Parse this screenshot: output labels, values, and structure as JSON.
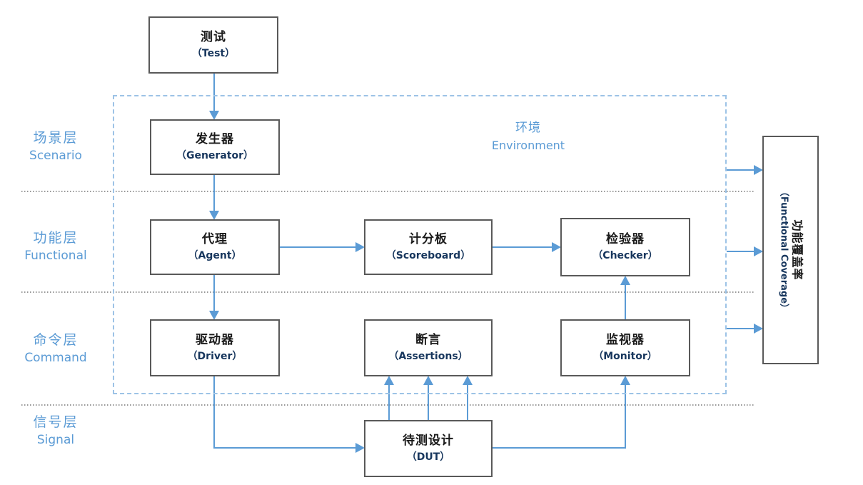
{
  "nodes": {
    "test": {
      "zh": "测试",
      "en": "（Test）"
    },
    "generator": {
      "zh": "发生器",
      "en": "（Generator）"
    },
    "agent": {
      "zh": "代理",
      "en": "（Agent）"
    },
    "scoreboard": {
      "zh": "计分板",
      "en": "（Scoreboard）"
    },
    "checker": {
      "zh": "检验器",
      "en": "（Checker）"
    },
    "driver": {
      "zh": "驱动器",
      "en": "（Driver）"
    },
    "assertions": {
      "zh": "断言",
      "en": "（Assertions）"
    },
    "monitor": {
      "zh": "监视器",
      "en": "（Monitor）"
    },
    "dut": {
      "zh": "待测设计",
      "en": "（DUT）"
    },
    "functional_coverage": {
      "zh": "功能覆盖率",
      "en": "（Functional Coverage）"
    }
  },
  "layers": [
    {
      "zh": "场景层",
      "en": "Scenario"
    },
    {
      "zh": "功能层",
      "en": "Functional"
    },
    {
      "zh": "命令层",
      "en": "Command"
    },
    {
      "zh": "信号层",
      "en": "Signal"
    }
  ],
  "environment_label": {
    "zh": "环境",
    "en": "Environment"
  },
  "colors": {
    "arrow_blue": "#5B9BD5",
    "env_border_blue": "#9DC3E6",
    "layer_label_blue": "#5B9BD5",
    "box_border_gray": "#595959",
    "english_text_navy": "#17365D",
    "chinese_text_black": "#1A1A1A"
  }
}
